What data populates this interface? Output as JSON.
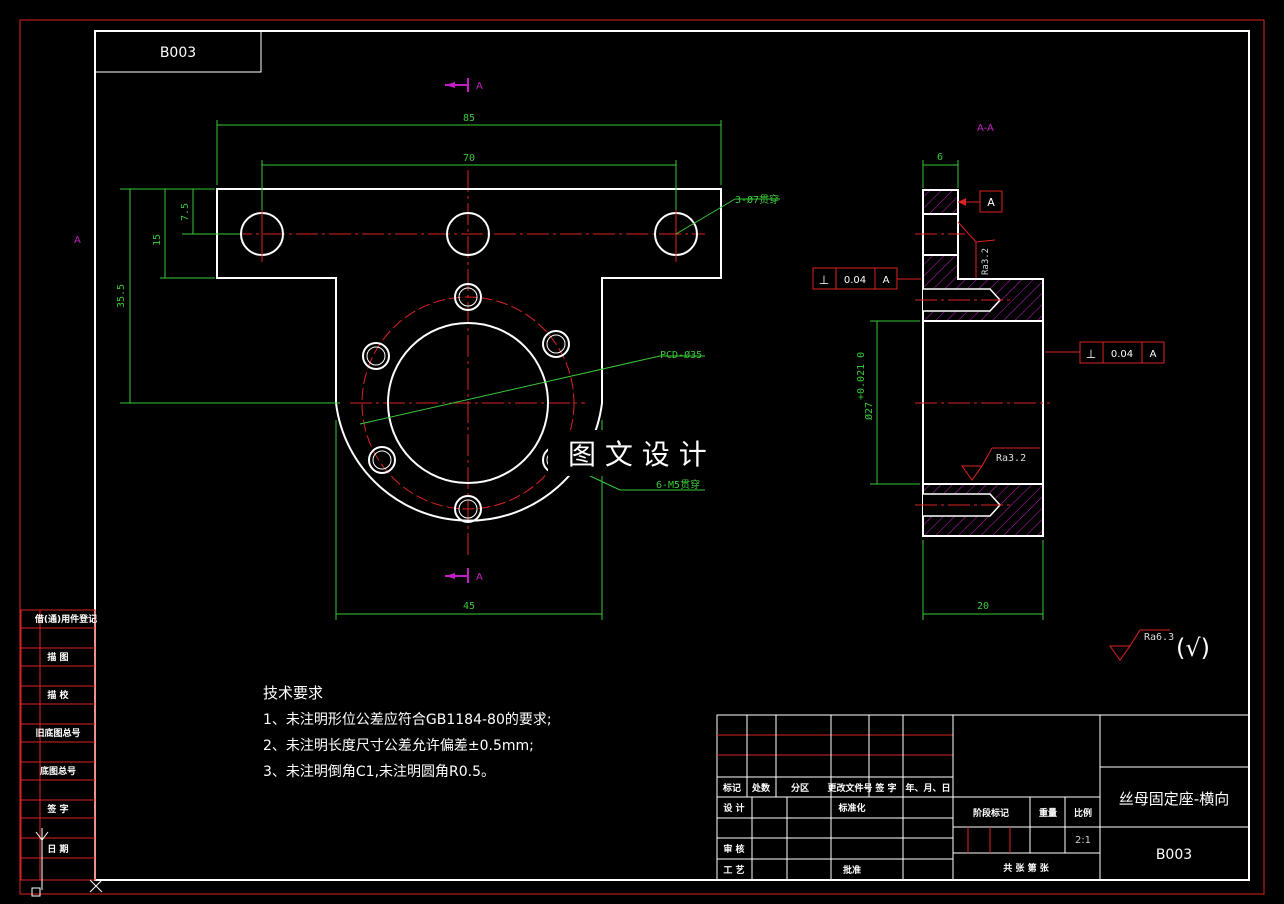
{
  "drawing_code_box": "B003",
  "section_marker": "A",
  "section_title": "A-A",
  "left_margin_marker": "A",
  "watermark": "图 文 设 计",
  "front_view": {
    "dim_total_width": "85",
    "dim_hole_spacing": "70",
    "dim_bottom_width": "45",
    "dim_height_a": "15",
    "dim_height_b": "7.5",
    "dim_height_c": "35.5",
    "note_holes": "3-Ø7贯穿",
    "note_pcd": "PCD-Ø35",
    "note_tapped": "6-M5贯穿"
  },
  "side_view": {
    "dim_top": "6",
    "dim_bottom": "20",
    "dim_bore": "Ø27",
    "dim_bore_tol": "+0.021 0",
    "datum_label": "A",
    "tol1": {
      "sym": "⊥",
      "value": "0.04",
      "datum": "A"
    },
    "tol2": {
      "sym": "⊥",
      "value": "0.04",
      "datum": "A"
    },
    "rough1": "Ra3.2",
    "rough2": "Ra3.2"
  },
  "general_roughness": "Ra6.3",
  "general_roughness_extra": "(√)",
  "tech_req": {
    "title": "技术要求",
    "lines": [
      "1、未注明形位公差应符合GB1184-80的要求;",
      "2、未注明长度尺寸公差允许偏差±0.5mm;",
      "3、未注明倒角C1,未注明圆角R0.5。"
    ]
  },
  "left_strip": [
    "借(通)用件登记",
    "描 图",
    "描 校",
    "旧底图总号",
    "底图总号",
    "签 字",
    "日 期"
  ],
  "title_block": {
    "header_cells": [
      "标记",
      "处数",
      "分区",
      "更改文件号",
      "签 字",
      "年、月、日"
    ],
    "row_design": "设 计",
    "row_std": "标准化",
    "row_review": "审 核",
    "row_process": "工 艺",
    "row_approve": "批准",
    "stage_label": "阶段标记",
    "weight_label": "重量",
    "scale_label": "比例",
    "scale_value": "2:1",
    "sheets_label": "共   张   第   张",
    "part_name": "丝母固定座-横向",
    "drawing_number": "B003"
  }
}
